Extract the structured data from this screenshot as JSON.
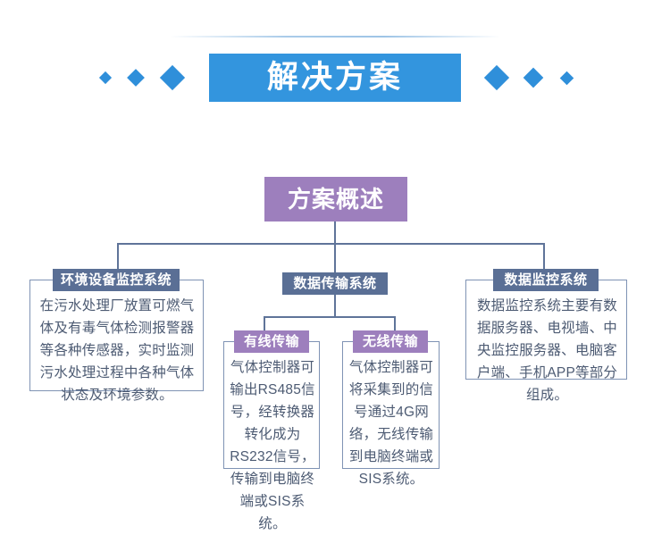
{
  "header": {
    "title": "解决方案",
    "band_color": "#3395de",
    "diamond_color": "#2f8fda",
    "left_diamonds": [
      10,
      14,
      20
    ],
    "right_diamonds": [
      20,
      16,
      11
    ],
    "rule": "gradient-divider"
  },
  "root": {
    "label": "方案概述",
    "color": "#9d7fbd"
  },
  "branches": [
    {
      "id": "env",
      "title": "环境设备监控系统",
      "title_color": "#5a6f95",
      "body": "在污水处理厂放置可燃气体及有毒气体检测报警器等各种传感器，实时监测污水处理过程中各种气体状态及环境参数。"
    },
    {
      "id": "transmission",
      "title": "数据传输系统",
      "title_color": "#5a6f95",
      "children": [
        {
          "id": "wired",
          "title": "有线传输",
          "title_color": "#9d7fbd",
          "body": "气体控制器可输出RS485信号，经转换器转化成为RS232信号，传输到电脑终端或SIS系统。"
        },
        {
          "id": "wireless",
          "title": "无线传输",
          "title_color": "#9d7fbd",
          "body": "气体控制器可将采集到的信号通过4G网络，无线传输到电脑终端或SIS系统。"
        }
      ]
    },
    {
      "id": "monitor",
      "title": "数据监控系统",
      "title_color": "#5a6f95",
      "body": "数据监控系统主要有数据服务器、电视墙、中央监控服务器、电脑客户端、手机APP等部分组成。"
    }
  ],
  "connector_color": "#5f7499",
  "body_text_color": "#4d5b73"
}
